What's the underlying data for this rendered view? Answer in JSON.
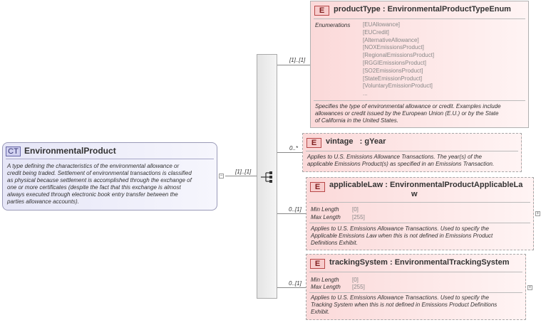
{
  "complex_type": {
    "badge": "CT",
    "name": "EnvironmentalProduct",
    "documentation": [
      "A type defining the characteristics of the environmental allowance or",
      "credit being traded. Settlement of environmental transactions is classified",
      "as physical because settlement is accomplished through the exchange of",
      "one or more certificates (despite the fact that this exchange is almost",
      "always executed through electronic book entry transfer between the",
      "parties allowance accounts)."
    ],
    "cardinality": "[1]..[1]"
  },
  "elements": [
    {
      "badge": "E",
      "title": "productType : EnvironmentalProductTypeEnum",
      "cardinality": "[1]..[1]",
      "enumerations_label": "Enumerations",
      "enumerations": [
        "[EUAllowance]",
        "[EUCredit]",
        "[AlternativeAllowance]",
        "[NOXEmissionsProduct]",
        "[RegionalEmissionsProduct]",
        "[RGGIEmissionsProduct]",
        "[SO2EmissionsProduct]",
        "[StateEmissionProduct]",
        "[VoluntaryEmissionProduct]",
        "..."
      ],
      "documentation": [
        "Specifies the type of environmental allowance or credit. Examples include",
        "allowances or credit issued by the European Union (E.U.) or by the State",
        "of California in the United States."
      ]
    },
    {
      "badge": "E",
      "title": "vintage   : gYear",
      "cardinality": "0..*",
      "documentation": [
        "Applies to U.S. Emissions Allowance Transactions. The year(s) of the",
        "applicable Emissions Product(s) as specified in an Emissions Transaction."
      ]
    },
    {
      "badge": "E",
      "title_line1": "applicableLaw : EnvironmentalProductApplicableLa",
      "title_line2": "w",
      "cardinality": "0..[1]",
      "min_length_label": "Min Length",
      "min_length": "[0]",
      "max_length_label": "Max Length",
      "max_length": "[255]",
      "documentation": [
        "Applies to U.S. Emissions Allowance Transactions. Used to specify the",
        "Applicable Emissions Law when this is not defined in Emissions Product",
        "Definitions Exhibit."
      ]
    },
    {
      "badge": "E",
      "title": "trackingSystem : EnvironmentalTrackingSystem",
      "cardinality": "0..[1]",
      "min_length_label": "Min Length",
      "min_length": "[0]",
      "max_length_label": "Max Length",
      "max_length": "[255]",
      "documentation": [
        "Applies to U.S. Emissions Allowance Transactions. Used to specify the",
        "Tracking System when this is not defined in Emissions Product Definitions",
        "Exhibit."
      ]
    }
  ],
  "icons": {
    "sequence": "sequence-compositor-icon",
    "expand": "plus-icon",
    "collapse": "minus-icon"
  }
}
